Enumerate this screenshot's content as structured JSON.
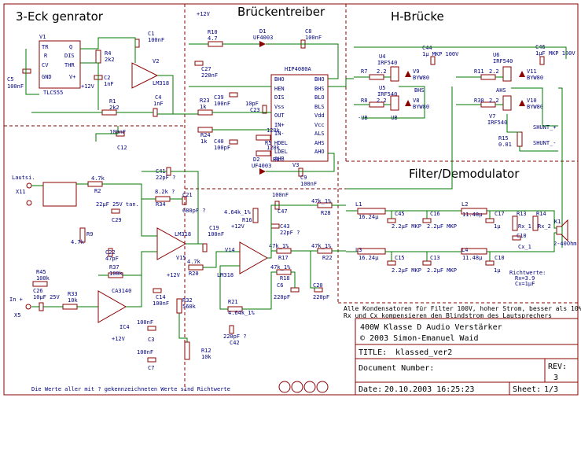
{
  "sections": {
    "generator": "3-Eck genrator",
    "driver": "Brückentreiber",
    "bridge": "H-Brücke",
    "filter": "Filter/Demodulator"
  },
  "title_block": {
    "line1": "400W Klasse D Audio Verstärker",
    "line2": "© 2003 Simon-Emanuel Waid",
    "title_label": "TITLE:",
    "title_value": "klassed_ver2",
    "docnum_label": "Document Number:",
    "rev_label": "REV:",
    "rev_value": "3",
    "date_label": "Date:",
    "date_value": "20.10.2003 16:25:23",
    "sheet_label": "Sheet:",
    "sheet_value": "1/3"
  },
  "notes": {
    "filter_note_1": "Alle Kondensatoren für Filter 100V, hoher Strom, besser als 10%",
    "filter_note_2": "Rx und Cx kompensieren den Blindstrom des Lautsprechers",
    "marked_note": "Die Werte aller mit ? gekennzeichneten Werte sind Richtwerte",
    "richtwerte_1": "Richtwerte:",
    "richtwerte_2": "Rx=3.9",
    "richtwerte_3": "Cx=1μF"
  },
  "labels": {
    "v1": "V1",
    "tlc555": "TLC555",
    "c5": "C5",
    "c5v": "100nF",
    "r4": "R4",
    "r4v": "2k2",
    "c1": "C1",
    "c1v": "100nF",
    "v2": "V2",
    "c2": "C2",
    "c2v": "1nF",
    "lm318a": "LM318",
    "r1": "R1",
    "r1v": "2k2",
    "c4": "C4",
    "c4v": "1nF",
    "c12": "C12",
    "c12v": "100nF",
    "p12v": "+12V",
    "r10": "R10",
    "r10v": "4.7",
    "d1": "D1",
    "d1v": "UF4003",
    "c8": "C8",
    "c8v": "100nF",
    "c27": "C27",
    "c27v": "220nF",
    "c39": "C39",
    "c39v": "100nF",
    "r23": "R23",
    "r23v": "1k",
    "c23": "C23",
    "c23v": "10pF",
    "hip": "HIP4080A",
    "r24": "R24",
    "r24v": "1k",
    "c40": "C40",
    "c40v": "100pF",
    "r5": "R5",
    "r5v": "120k",
    "r6": "R6",
    "r6v": "120k",
    "d2": "D2",
    "d2v": "UF4003",
    "v3": "V3",
    "c9": "C9",
    "c9v": "100nF",
    "pin_bho": "BHO",
    "pin_hen": "HEN",
    "pin_dis": "DIS",
    "pin_vss": "Vss",
    "pin_out": "OUT",
    "pin_inp": "IN+",
    "pin_inm": "IN-",
    "pin_hdel": "HDEL",
    "pin_ldel": "LDEL",
    "pin_ahb": "AHB",
    "pin_bhs": "BHS",
    "pin_blo": "BLO",
    "pin_bls": "BLS",
    "pin_vdd": "Vdd",
    "pin_vcc": "Vcc",
    "pin_als": "ALS",
    "pin_ahs": "AHS",
    "pin_aho": "AHO",
    "pin_bho2": "BHO",
    "u4": "U4",
    "irf1": "IRF540",
    "r7": "R7",
    "r7v": "2.2",
    "v9": "V9",
    "byw": "BYW80",
    "c44": "C44",
    "c44v": "1μ MKP 100V",
    "u6": "U6",
    "irf3": "IRF540",
    "c46": "C46",
    "c46v": "1μF MKP 100V",
    "r11": "R11",
    "r11v": "2.2",
    "v11": "V11",
    "u5": "U5",
    "irf2": "IRF540",
    "r8": "R8",
    "r8v": "2.2",
    "v8": "V8",
    "ub1": "-UB",
    "ub2": "-UB",
    "bhs2": "BHS",
    "ahs2": "AHS",
    "r30": "R30",
    "r30v": "2.2",
    "v10": "V10",
    "v7": "V7",
    "irf4": "IRF540",
    "r15": "R15",
    "r15v": "0.01",
    "shunt_p": "SHUNT_+",
    "shunt_m": "SHUNT_-",
    "laut": "Lautsi.",
    "x11": "X11",
    "r2": "R2",
    "r2v": "4.7k",
    "c41": "C41",
    "c41v": "22pF ?",
    "r34": "R34",
    "r34v": "8.2k ?",
    "c21": "C21",
    "c21v": "680pF ?",
    "c29": "C29",
    "c29v": "22μF 25V tan.",
    "r9": "R9",
    "r9v": "4.7k",
    "lm318b": "LM318",
    "c22": "C22",
    "c22v": "47pF",
    "r37": "R37",
    "r37v": "100k",
    "v15": "V15",
    "r20": "R20",
    "r20v": "4.7k",
    "c19": "C19",
    "c19v": "100nF",
    "c14": "C14",
    "c14v": "100nF",
    "r45": "R45",
    "r45v": "100k",
    "c26": "C26",
    "c26v": "10μF 25V",
    "r33": "R33",
    "r33v": "10k",
    "inp": "In +",
    "x5": "X5",
    "ca": "CA3140",
    "ic4": "IC4",
    "r32": "R32",
    "r32v": "560k",
    "c3": "C3",
    "c3v": "100nF",
    "c7": "C7",
    "c7v": "100nF",
    "r12": "R12",
    "r12v": "10k",
    "c47": "C47",
    "c47v": "100nF",
    "r16": "R16",
    "r16v": "4.64k_1%",
    "c43": "C43",
    "c43v": "22pF ?",
    "r28": "R28",
    "r28v": "47k_1%",
    "v14": "V14",
    "lm318c": "LM318",
    "r17": "R17",
    "r17v": "47k_1%",
    "r18": "R18",
    "r18v": "47k_1%",
    "r22": "R22",
    "r22v": "47k_1%",
    "r21": "R21",
    "r21v": "4.64k_1%",
    "c42": "C42",
    "c42v": "220pF ?",
    "c6": "C6",
    "c6v": "220pF",
    "c20": "C20",
    "c20v": "220pF",
    "l1": "L1",
    "l1v": "16.24μ",
    "c45": "C45",
    "c45v": "2.2μF MKP",
    "c16": "C16",
    "c16v": "2.2μF MKP",
    "l2": "L2",
    "l2v": "11.48μ",
    "c17": "C17",
    "c17v": "1μ",
    "r13": "R13",
    "r13v": "Rx_1",
    "r14": "R14",
    "r14v": "Rx_2",
    "k1": "K1",
    "k1v": "2-40Ohm",
    "c10": "C10",
    "c10v": "Cx_1",
    "l3": "L3",
    "l3v": "16.24μ",
    "c15": "C15",
    "c15v": "2.2μF MKP",
    "c13": "C13",
    "c13v": "2.2μF MKP",
    "l4": "L4",
    "l4v": "11.48μ",
    "c11": "C10",
    "c11v": "1μ"
  }
}
